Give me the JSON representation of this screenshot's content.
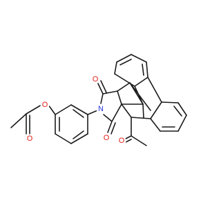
{
  "molecule": {
    "atoms": [
      {
        "label": "O",
        "color": "#e0201b"
      },
      {
        "label": "O",
        "color": "#e0201b"
      },
      {
        "label": "N",
        "color": "#2332d8"
      },
      {
        "label": "O",
        "color": "#e0201b"
      },
      {
        "label": "O",
        "color": "#e0201b"
      },
      {
        "label": "O",
        "color": "#e0201b"
      }
    ],
    "bond_color": "#1a1a1a"
  }
}
